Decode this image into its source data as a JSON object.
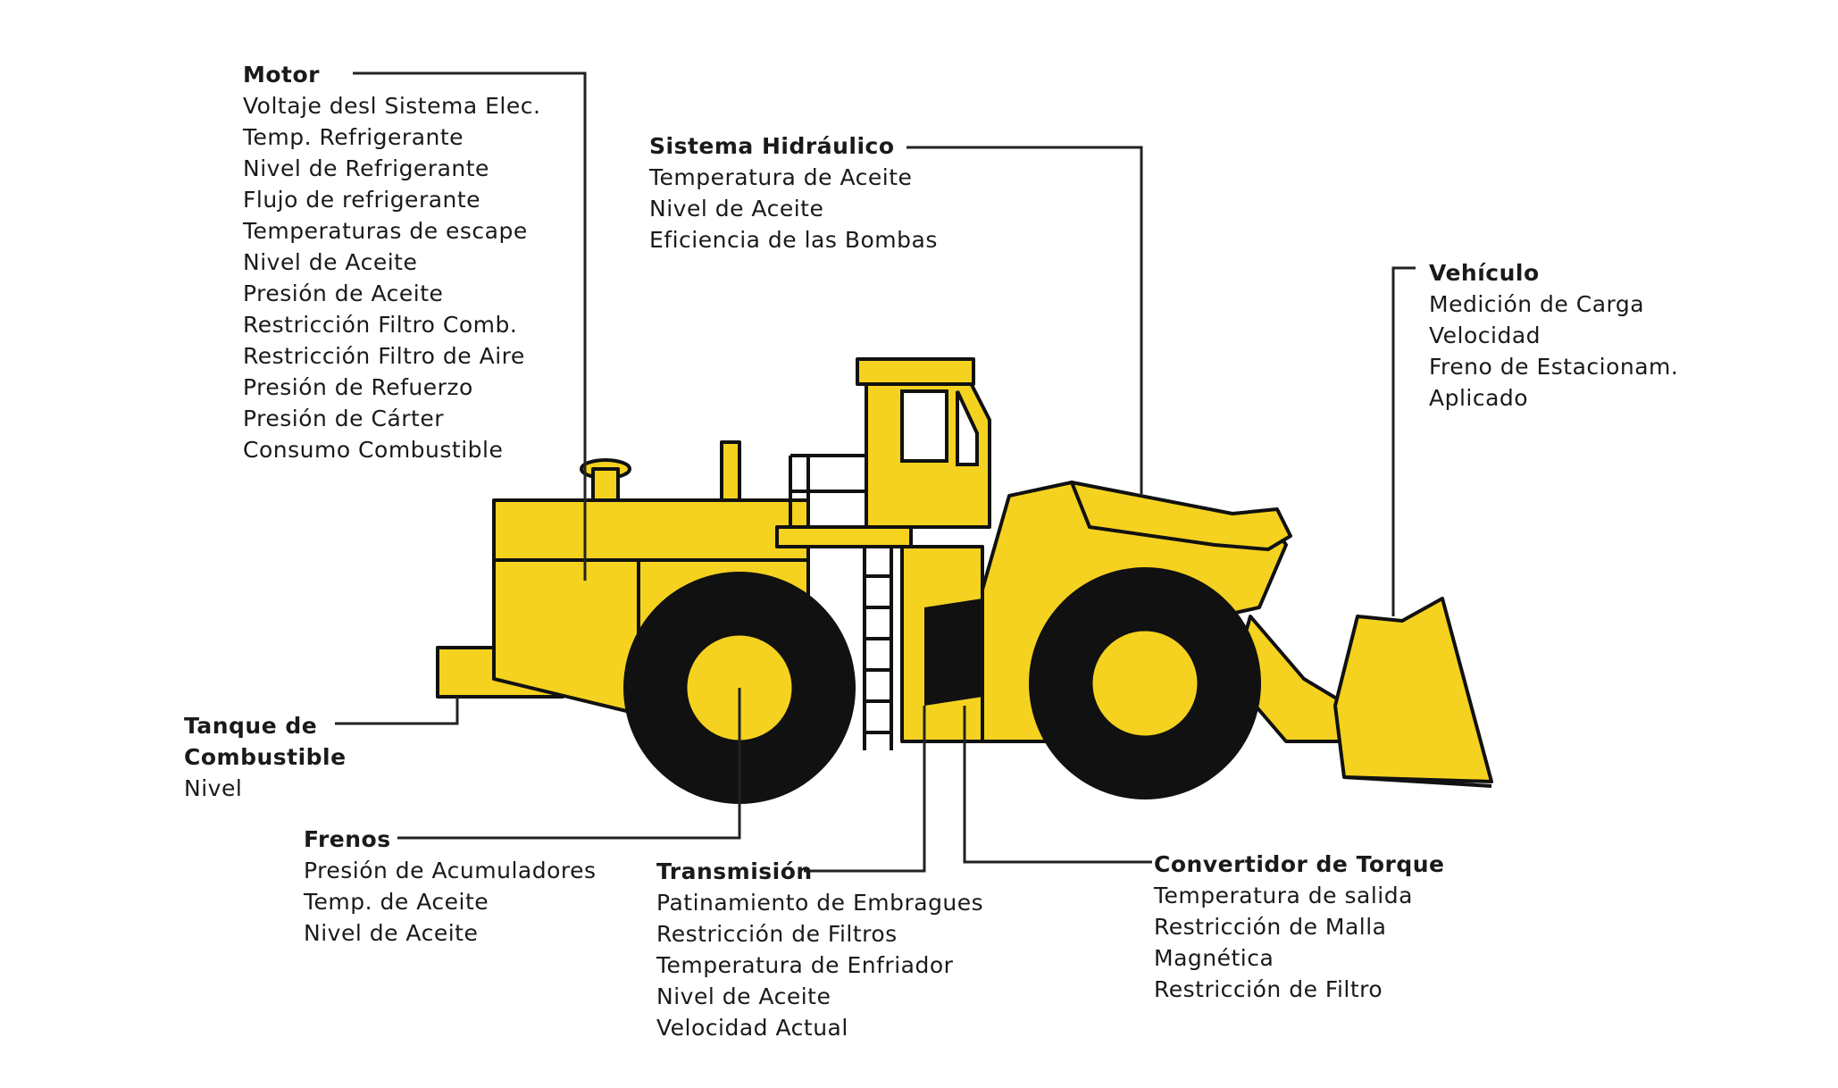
{
  "colors": {
    "body": "#f4d21f",
    "outline": "#111111",
    "tire": "#111111",
    "hub": "#f4d21f",
    "background": "#ffffff",
    "leader_line": "#222222"
  },
  "components": {
    "motor": {
      "title": "Motor",
      "items": [
        "Voltaje desl Sistema Elec.",
        "Temp. Refrigerante",
        "Nivel de Refrigerante",
        "Flujo de refrigerante",
        "Temperaturas de escape",
        "Nivel de Aceite",
        "Presión de Aceite",
        "Restricción Filtro Comb.",
        "Restricción Filtro de Aire",
        "Presión de Refuerzo",
        "Presión de Cárter",
        "Consumo Combustible"
      ]
    },
    "hidraulico": {
      "title": "Sistema Hidráulico",
      "items": [
        "Temperatura de Aceite",
        "Nivel de Aceite",
        "Eficiencia de las Bombas"
      ]
    },
    "vehiculo": {
      "title": "Vehículo",
      "items": [
        "Medición de Carga",
        "Velocidad",
        "Freno de Estacionam.",
        "Aplicado"
      ]
    },
    "tanque": {
      "title_lines": [
        "Tanque de",
        "Combustible"
      ],
      "items": [
        "Nivel"
      ]
    },
    "frenos": {
      "title": "Frenos",
      "items": [
        "Presión de Acumuladores",
        "Temp. de Aceite",
        "Nivel de Aceite"
      ]
    },
    "transmision": {
      "title": "Transmisión",
      "items": [
        "Patinamiento de Embragues",
        "Restricción de Filtros",
        "Temperatura de Enfriador",
        "Nivel de Aceite",
        "Velocidad Actual"
      ]
    },
    "convertidor": {
      "title": "Convertidor de Torque",
      "items": [
        "Temperatura de salida",
        "Restricción de Malla",
        "Magnética",
        "Restricción de Filtro"
      ]
    }
  }
}
